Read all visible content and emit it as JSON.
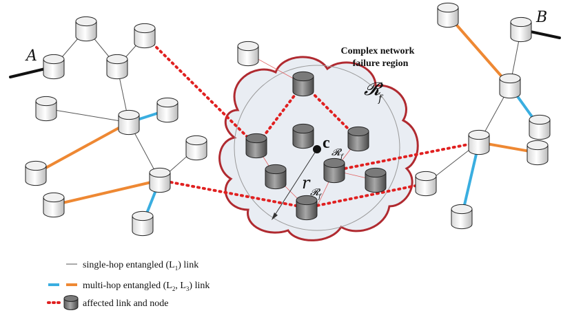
{
  "labels": {
    "node_a": "A",
    "node_b": "B",
    "region_title_line1": "Complex network",
    "region_title_line2": "failure region",
    "region_symbol": "𝓡",
    "region_symbol_sub": "f",
    "center_symbol": "c",
    "center_sub": "𝓡",
    "center_sub_sub": "f",
    "radius_symbol": "r",
    "radius_sub": "𝓡",
    "radius_sub_sub": "f"
  },
  "legend": {
    "single_hop": {
      "text": "single-hop entangled (L",
      "sub": "1",
      "tail": ") link"
    },
    "multi_hop": {
      "text": "multi-hop entangled (L",
      "sub1": "2",
      "mid": ", L",
      "sub2": "3",
      "tail": ") link"
    },
    "affected": {
      "text": "affected link and node"
    }
  },
  "colors": {
    "single_hop": "#555555",
    "multi_hop_l2": "#3aaee0",
    "multi_hop_l3": "#ee8833",
    "affected": "#e02020",
    "region_border": "#b02a30",
    "region_fill": "#e8ecf2",
    "node_normal": "#f0f0f0",
    "node_affected": "#7a7a7a"
  }
}
